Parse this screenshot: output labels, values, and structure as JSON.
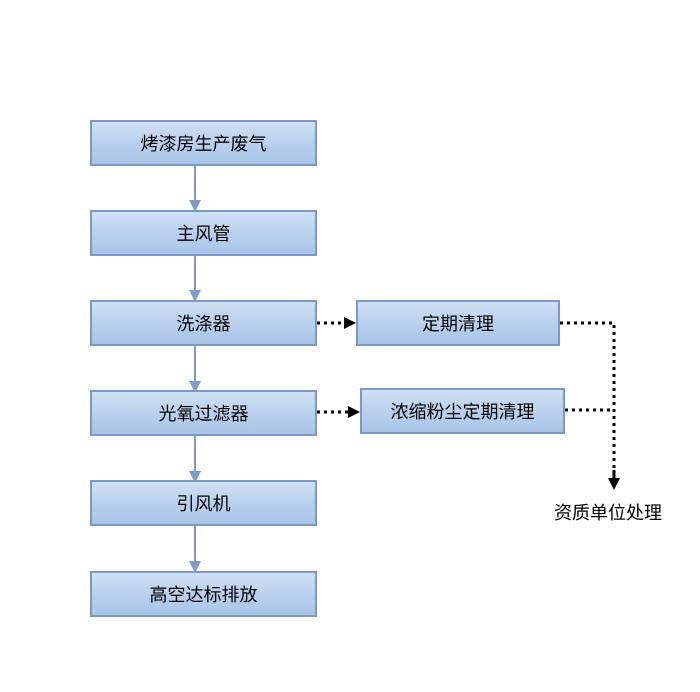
{
  "main_flow": [
    {
      "label": "烤漆房生产废气"
    },
    {
      "label": "主风管"
    },
    {
      "label": "洗涤器"
    },
    {
      "label": "光氧过滤器"
    },
    {
      "label": "引风机"
    },
    {
      "label": "高空达标排放"
    }
  ],
  "side_flow": [
    {
      "label": "定期清理"
    },
    {
      "label": "浓缩粉尘定期清理"
    }
  ],
  "final_destination": "资质单位处理",
  "colors": {
    "box_fill_top": "#cfe0f3",
    "box_fill_bottom": "#a9c5e8",
    "box_border": "#7c98c4",
    "solid_arrow": "#7f9cc8",
    "dotted_line": "#000000"
  }
}
